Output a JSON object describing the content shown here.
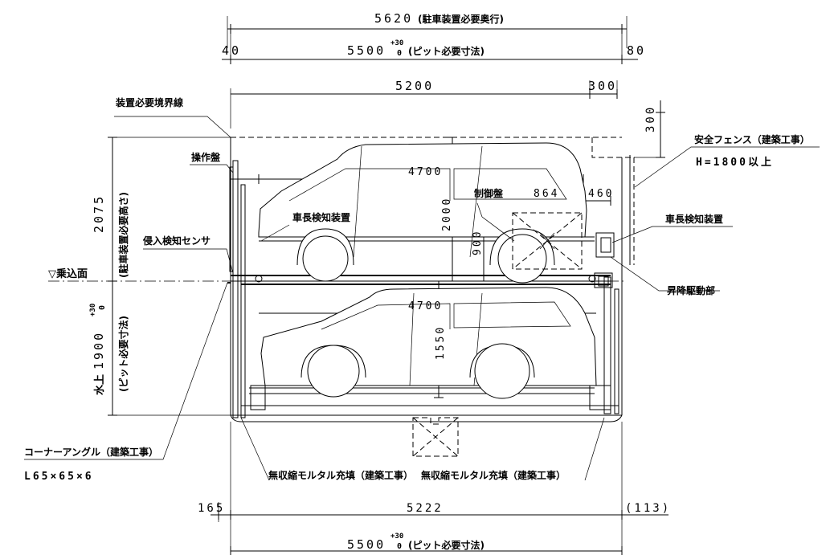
{
  "dimensions": {
    "total_depth": "5620",
    "total_depth_note": "(駐車装置必要奥行)",
    "left_clear": "40",
    "right_clear": "80",
    "pit_top": "5500",
    "pit_top_tol_plus": "+30",
    "pit_top_tol_zero": "0",
    "pit_top_note": "(ピット必要寸法)",
    "platform_length": "5200",
    "right_gap": "300",
    "top_clear": "300",
    "upper_car_length": "4700",
    "upper_car_height": "2000",
    "ctrl_width": "864",
    "ctrl_right": "460",
    "ctrl_height": "900",
    "lower_car_length": "4700",
    "lower_car_height": "1550",
    "device_height": "2075",
    "device_height_note": "(駐車装置必要高さ)",
    "pit_depth_prefix": "水上",
    "pit_depth": "1900",
    "pit_depth_tol_plus": "+30",
    "pit_depth_tol_zero": "0",
    "pit_depth_note": "(ピット必要寸法)",
    "bottom_left": "165",
    "bottom_mid": "5222",
    "bottom_right": "(113)",
    "pit_bottom": "5500",
    "pit_bottom_tol_plus": "+30",
    "pit_bottom_tol_zero": "0",
    "pit_bottom_note": "(ピット必要寸法)"
  },
  "labels": {
    "boundary_line": "装置必要境界線",
    "operation_panel": "操作盤",
    "length_detector_left": "車長検知装置",
    "intrusion_sensor": "侵入検知センサ",
    "entry_level": "▽乗込面",
    "control_panel": "制御盤",
    "safety_fence": "安全フェンス（建築工事）",
    "safety_fence_height": "H=1800以上",
    "length_detector_right": "車長検知装置",
    "lift_drive": "昇降駆動部",
    "corner_angle": "コーナーアングル（建築工事）",
    "corner_angle_spec": "L65×65×6",
    "mortar_left": "無収縮モルタル充填（建築工事）",
    "mortar_right": "無収縮モルタル充填（建築工事）"
  }
}
